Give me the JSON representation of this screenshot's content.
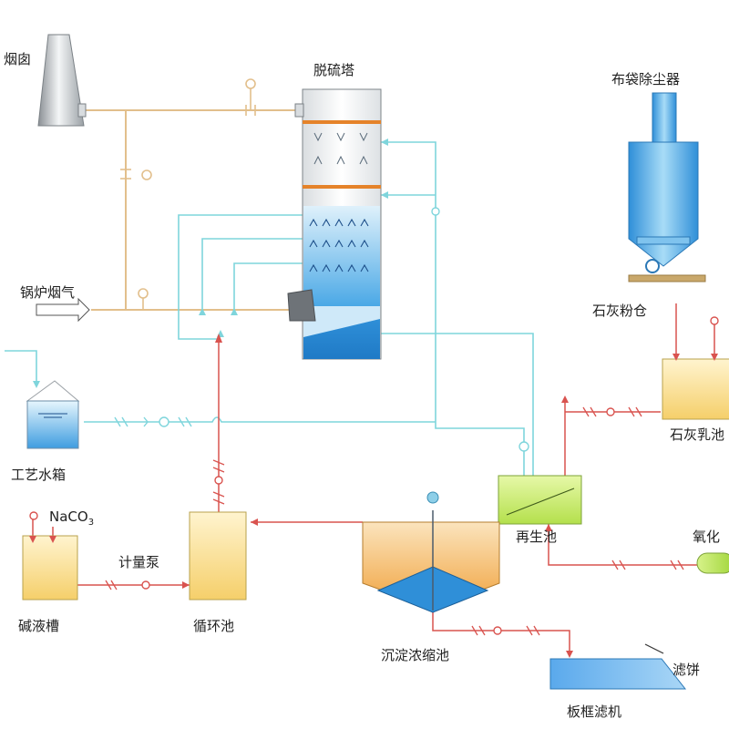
{
  "labels": {
    "chimney": "烟囱",
    "desulfurization_tower": "脱硫塔",
    "bag_filter": "布袋除尘器",
    "boiler_flue_gas": "锅炉烟气",
    "lime_powder_silo": "石灰粉仓",
    "lime_milk_tank": "石灰乳池",
    "process_water_tank": "工艺水箱",
    "naco3_prefix": "NaCO",
    "naco3_sub": "3",
    "alkali_tank": "碱液槽",
    "metering_pump": "计量泵",
    "circulation_tank": "循环池",
    "regeneration_tank": "再生池",
    "oxidation": "氧化",
    "settling_thickener": "沉淀浓缩池",
    "filter_cake": "滤饼",
    "plate_frame_filter": "板框滤机"
  },
  "colors": {
    "flue_gas_line": "#e2bf8c",
    "water_line": "#7fd5dc",
    "slurry_line": "#d9534f",
    "tower_water": "#3f9de0",
    "tank_yellow": "#f7d87e",
    "tank_green": "#c6ea6a",
    "silo_blue": "#3fa5e6",
    "orange_plate": "#e5832a"
  },
  "icons": [
    "valve-icon",
    "pump-icon",
    "gauge-icon",
    "arrow-icon"
  ]
}
